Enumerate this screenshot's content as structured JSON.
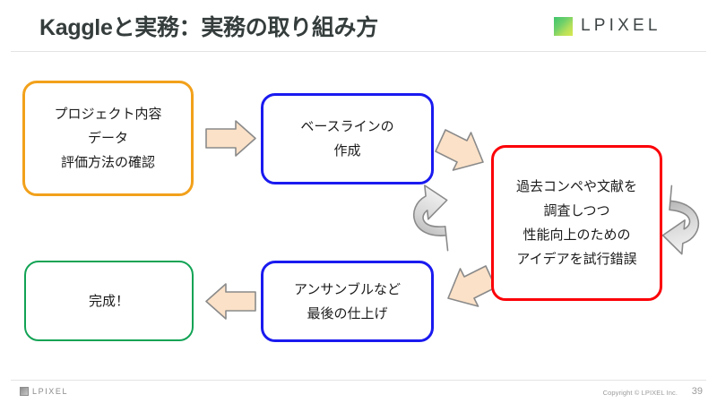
{
  "header": {
    "title": "Kaggleと実務：実務の取り組み方",
    "logo_text": "LPIXEL",
    "logo_icon": "lpixel-gradient-square",
    "accent_gradient_start": "#3ec46d",
    "accent_gradient_end": "#d8e84e",
    "rule_color": "#e3e3e3"
  },
  "flow": {
    "boxes": [
      {
        "id": "project",
        "border_color": "#f2a11b",
        "lines": [
          "プロジェクト内容",
          "データ",
          "評価方法の確認"
        ]
      },
      {
        "id": "baseline",
        "border_color": "#1a1af0",
        "lines": [
          "ベースラインの",
          "作成"
        ]
      },
      {
        "id": "research",
        "border_color": "#fb0007",
        "lines": [
          "過去コンペや文献を",
          "調査しつつ",
          "性能向上のための",
          "アイデアを試行錯誤"
        ]
      },
      {
        "id": "ensemble",
        "border_color": "#1a1af0",
        "lines": [
          "アンサンブルなど",
          "最後の仕上げ"
        ]
      },
      {
        "id": "done",
        "border_color": "#12a355",
        "lines": [
          "完成！"
        ]
      }
    ],
    "arrows": [
      {
        "id": "project-to-baseline",
        "kind": "straight-right",
        "fill": "#fbe1c7",
        "stroke": "#808080"
      },
      {
        "id": "baseline-to-research",
        "kind": "diagonal-down-right",
        "fill": "#fbe1c7",
        "stroke": "#808080"
      },
      {
        "id": "research-loop-left",
        "kind": "curved-up",
        "fill": "#d9d9d9",
        "stroke": "#808080"
      },
      {
        "id": "research-loop-right",
        "kind": "curved-down",
        "fill": "#d9d9d9",
        "stroke": "#808080"
      },
      {
        "id": "research-to-ensemble",
        "kind": "diagonal-down-left",
        "fill": "#fbe1c7",
        "stroke": "#808080"
      },
      {
        "id": "ensemble-to-done",
        "kind": "straight-left",
        "fill": "#fbe1c7",
        "stroke": "#808080"
      }
    ]
  },
  "footer": {
    "logo_text": "LPIXEL",
    "logo_icon": "lpixel-gray-square",
    "copyright": "Copyright © LPIXEL Inc.",
    "page_number": "39"
  }
}
